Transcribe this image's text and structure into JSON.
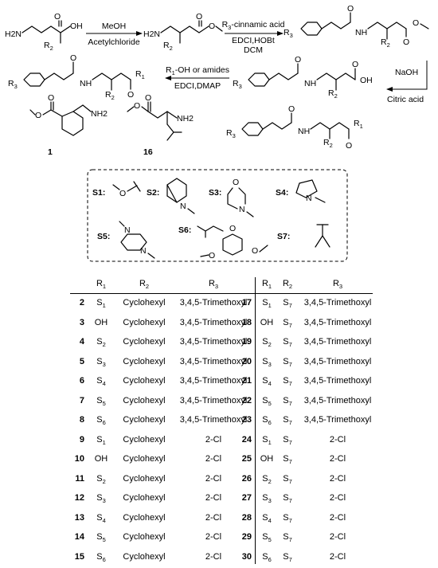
{
  "scheme": {
    "reagents": {
      "step1_top": "MeOH",
      "step1_bottom": "Acetylchloride",
      "step2_top_prefix": "R",
      "step2_top_sub": "3",
      "step2_top_suffix": "-cinnamic acid",
      "step2_mid": "EDCI,HOBt",
      "step2_bottom": "DCM",
      "step3_top": "NaOH",
      "step3_bottom": "Citric acid",
      "step4_top_prefix": "R",
      "step4_top_sub": "1",
      "step4_top_suffix": "-OH or amides",
      "step4_bottom": "EDCI,DMAP"
    },
    "atoms": {
      "H2N": "H2N",
      "OH": "OH",
      "O": "O",
      "H": "H",
      "N": "N",
      "NH2": "NH2",
      "R": "R",
      "sub1": "1",
      "sub2": "2",
      "sub3": "3"
    },
    "compound_labels": [
      "1",
      "16"
    ],
    "substituent_labels": [
      "S1:",
      "S2:",
      "S3:",
      "S4:",
      "S5:",
      "S6:",
      "S7:"
    ]
  },
  "table": {
    "headers": [
      "R1",
      "R2",
      "R3"
    ],
    "left_rows": [
      {
        "num": "2",
        "r1": "S1",
        "r2": "Cyclohexyl",
        "r3": "3,4,5-Trimethoxyl"
      },
      {
        "num": "3",
        "r1": "OH",
        "r2": "Cyclohexyl",
        "r3": "3,4,5-Trimethoxyl"
      },
      {
        "num": "4",
        "r1": "S2",
        "r2": "Cyclohexyl",
        "r3": "3,4,5-Trimethoxyl"
      },
      {
        "num": "5",
        "r1": "S3",
        "r2": "Cyclohexyl",
        "r3": "3,4,5-Trimethoxyl"
      },
      {
        "num": "6",
        "r1": "S4",
        "r2": "Cyclohexyl",
        "r3": "3,4,5-Trimethoxyl"
      },
      {
        "num": "7",
        "r1": "S5",
        "r2": "Cyclohexyl",
        "r3": "3,4,5-Trimethoxyl"
      },
      {
        "num": "8",
        "r1": "S6",
        "r2": "Cyclohexyl",
        "r3": "3,4,5-Trimethoxyl"
      },
      {
        "num": "9",
        "r1": "S1",
        "r2": "Cyclohexyl",
        "r3": "2-Cl"
      },
      {
        "num": "10",
        "r1": "OH",
        "r2": "Cyclohexyl",
        "r3": "2-Cl"
      },
      {
        "num": "11",
        "r1": "S2",
        "r2": "Cyclohexyl",
        "r3": "2-Cl"
      },
      {
        "num": "12",
        "r1": "S3",
        "r2": "Cyclohexyl",
        "r3": "2-Cl"
      },
      {
        "num": "13",
        "r1": "S4",
        "r2": "Cyclohexyl",
        "r3": "2-Cl"
      },
      {
        "num": "14",
        "r1": "S5",
        "r2": "Cyclohexyl",
        "r3": "2-Cl"
      },
      {
        "num": "15",
        "r1": "S6",
        "r2": "Cyclohexyl",
        "r3": "2-Cl"
      }
    ],
    "right_rows": [
      {
        "num": "17",
        "r1": "S1",
        "r2": "S7",
        "r3": "3,4,5-Trimethoxyl"
      },
      {
        "num": "18",
        "r1": "OH",
        "r2": "S7",
        "r3": "3,4,5-Trimethoxyl"
      },
      {
        "num": "19",
        "r1": "S2",
        "r2": "S7",
        "r3": "3,4,5-Trimethoxyl"
      },
      {
        "num": "20",
        "r1": "S3",
        "r2": "S7",
        "r3": "3,4,5-Trimethoxyl"
      },
      {
        "num": "21",
        "r1": "S4",
        "r2": "S7",
        "r3": "3,4,5-Trimethoxyl"
      },
      {
        "num": "22",
        "r1": "S5",
        "r2": "S7",
        "r3": "3,4,5-Trimethoxyl"
      },
      {
        "num": "23",
        "r1": "S6",
        "r2": "S7",
        "r3": "3,4,5-Trimethoxyl"
      },
      {
        "num": "24",
        "r1": "S1",
        "r2": "S7",
        "r3": "2-Cl"
      },
      {
        "num": "25",
        "r1": "OH",
        "r2": "S7",
        "r3": "2-Cl"
      },
      {
        "num": "26",
        "r1": "S2",
        "r2": "S7",
        "r3": "2-Cl"
      },
      {
        "num": "27",
        "r1": "S3",
        "r2": "S7",
        "r3": "2-Cl"
      },
      {
        "num": "28",
        "r1": "S4",
        "r2": "S7",
        "r3": "2-Cl"
      },
      {
        "num": "29",
        "r1": "S5",
        "r2": "S7",
        "r3": "2-Cl"
      },
      {
        "num": "30",
        "r1": "S6",
        "r2": "S7",
        "r3": "2-Cl"
      }
    ]
  }
}
